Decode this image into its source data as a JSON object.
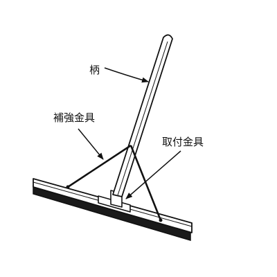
{
  "labels": {
    "handle": "柄",
    "reinforcement_bracket": "補強金具",
    "mounting_bracket": "取付金具"
  },
  "colors": {
    "stroke": "#111111",
    "background": "#ffffff",
    "brush_fill": "#1a1a1a"
  }
}
